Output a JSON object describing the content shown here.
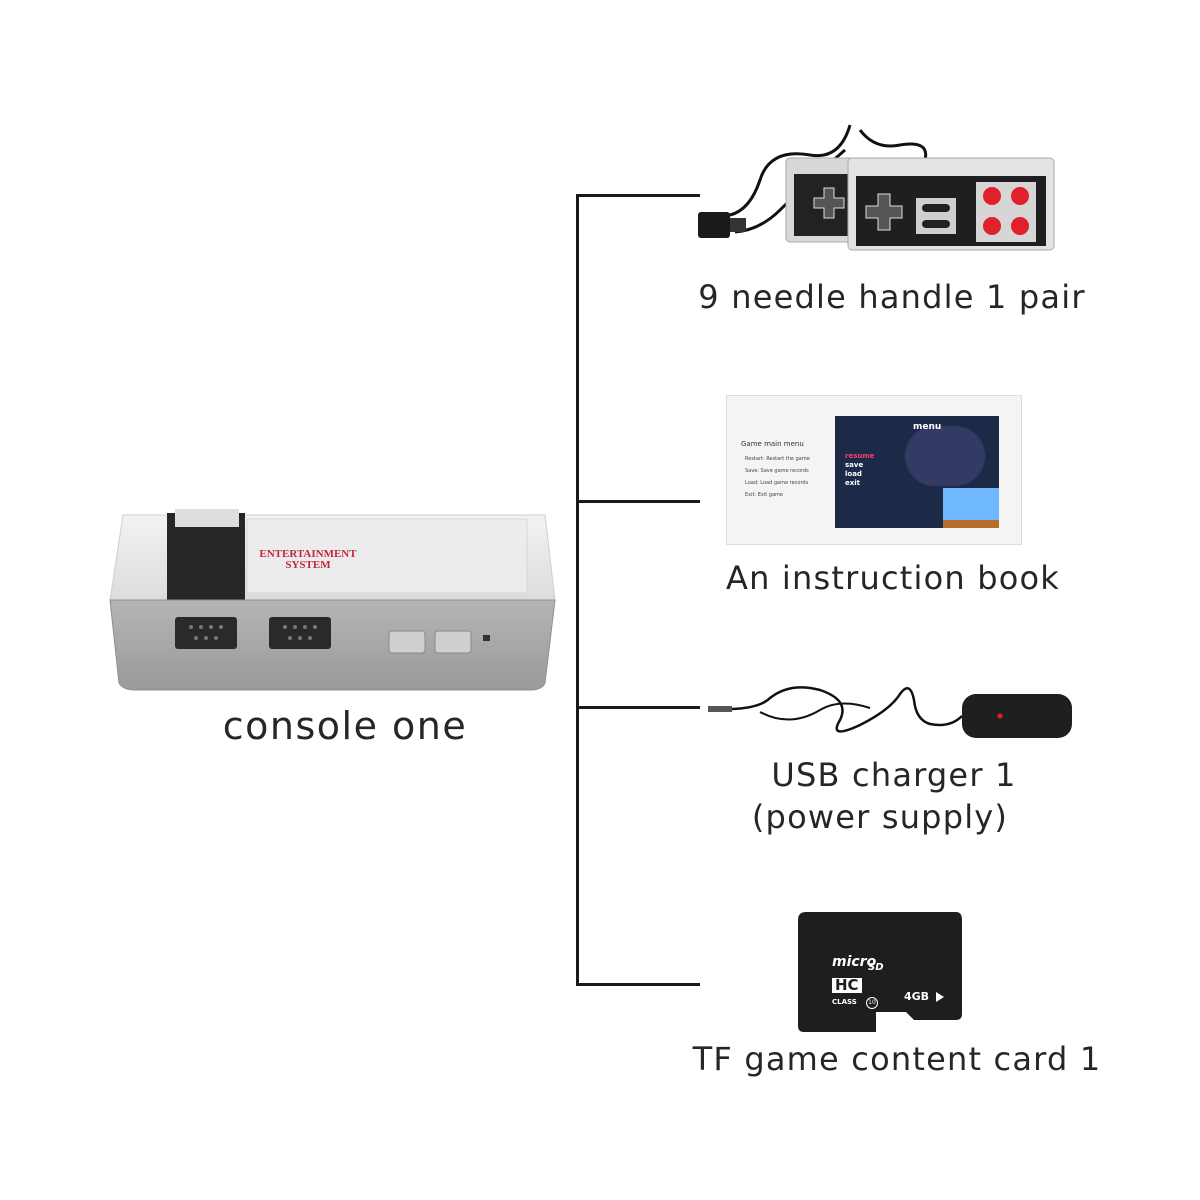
{
  "console": {
    "caption": "console one",
    "brand_text_line1": "ENTERTAINMENT",
    "brand_text_line2": "SYSTEM"
  },
  "items": [
    {
      "caption": "9 needle handle 1 pair",
      "icon": "controller-pair-image"
    },
    {
      "caption": "An instruction book",
      "icon": "instruction-book-image"
    },
    {
      "caption_line1": "USB charger 1",
      "caption_line2": "(power supply)",
      "icon": "usb-charger-image"
    },
    {
      "caption": "TF game content card 1",
      "icon": "microsd-card-image"
    }
  ],
  "book": {
    "panel_title": "Game main menu",
    "panel_lines": [
      "Restart: Restart the game",
      "Save: Save game records",
      "Load: Load game records",
      "Exit: Exit game"
    ],
    "screen_title": "menu",
    "screen_options": [
      "resume",
      "save",
      "load",
      "exit"
    ]
  },
  "sdcard": {
    "brand": "micro",
    "sd": "SD",
    "hc": "HC",
    "class": "CLASS",
    "class_num": "10",
    "capacity": "4GB"
  },
  "colors": {
    "line": "#1a1a1a",
    "console_top": "#e9e9e9",
    "console_base": "#a8a8a8",
    "brand_red": "#c0283a",
    "button_red": "#e0202a",
    "card": "#1e1e1e"
  }
}
